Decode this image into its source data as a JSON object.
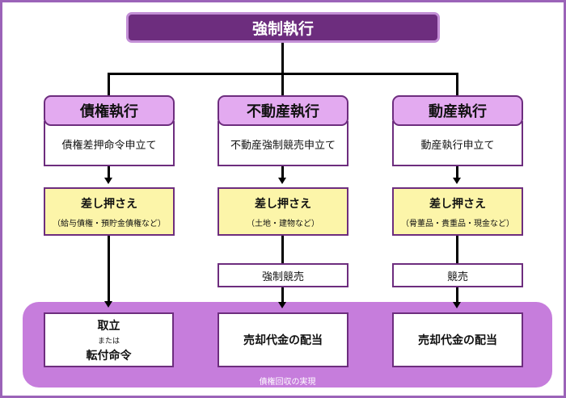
{
  "title": "強制執行",
  "columns": [
    {
      "head": "債権執行",
      "apply": "債権差押命令申立て",
      "seize_title": "差し押さえ",
      "seize_sub": "（給与債権・預貯金債権など）",
      "final_line1": "取立",
      "final_mid": "または",
      "final_line2": "転付命令"
    },
    {
      "head": "不動産執行",
      "apply": "不動産強制競売申立て",
      "seize_title": "差し押さえ",
      "seize_sub": "（土地・建物など）",
      "step": "強制競売",
      "final": "売却代金の配当"
    },
    {
      "head": "動産執行",
      "apply": "動産執行申立て",
      "seize_title": "差し押さえ",
      "seize_sub": "（骨董品・貴重品・現金など）",
      "step": "競売",
      "final": "売却代金の配当"
    }
  ],
  "bottom_label": "債権回収の実現",
  "colors": {
    "title_bg": "#6d2d7e",
    "head_bg": "#e3aaf0",
    "seize_bg": "#fcf5a9",
    "band_bg": "#c67ddc",
    "frame": "#9b63b8"
  }
}
